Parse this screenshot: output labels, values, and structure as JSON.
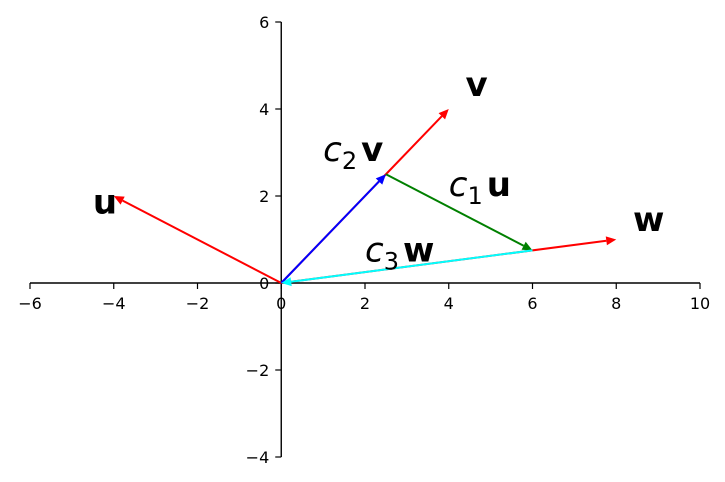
{
  "chart_data": {
    "type": "vector-plot",
    "title": "",
    "xlabel": "",
    "ylabel": "",
    "xlim": [
      -6,
      10
    ],
    "ylim": [
      -4,
      6
    ],
    "x_ticks": [
      -6,
      -4,
      -2,
      0,
      2,
      4,
      6,
      8,
      10
    ],
    "y_ticks": [
      -4,
      -2,
      0,
      2,
      4,
      6
    ],
    "x_tick_labels": [
      "−6",
      "−4",
      "−2",
      "0",
      "2",
      "4",
      "6",
      "8",
      "10"
    ],
    "y_tick_labels": [
      "−4",
      "−2",
      "0",
      "2",
      "4",
      "6"
    ],
    "grid": false,
    "vectors": [
      {
        "id": "u",
        "tail": [
          0,
          0
        ],
        "head": [
          -4,
          2
        ],
        "color": "#ff0000"
      },
      {
        "id": "v",
        "tail": [
          0,
          0
        ],
        "head": [
          4,
          4
        ],
        "color": "#ff0000"
      },
      {
        "id": "w",
        "tail": [
          0,
          0
        ],
        "head": [
          8,
          1
        ],
        "color": "#ff0000"
      },
      {
        "id": "c2v",
        "tail": [
          0,
          0
        ],
        "head": [
          2.5,
          2.5
        ],
        "color": "#0000ff"
      },
      {
        "id": "c1u",
        "tail": [
          2.5,
          2.5
        ],
        "head": [
          6,
          0.75
        ],
        "color": "#008000"
      },
      {
        "id": "c3w",
        "tail": [
          6,
          0.75
        ],
        "head": [
          0,
          0
        ],
        "color": "#00ffff"
      }
    ],
    "labels": [
      {
        "id": "u",
        "coef": "",
        "sub": "",
        "vec": "u",
        "at": [
          -4.5,
          1.6
        ]
      },
      {
        "id": "v",
        "coef": "",
        "sub": "",
        "vec": "v",
        "at": [
          4.4,
          4.3
        ]
      },
      {
        "id": "w",
        "coef": "",
        "sub": "",
        "vec": "w",
        "at": [
          8.4,
          1.2
        ]
      },
      {
        "id": "c2v",
        "coef": "c",
        "sub": "2",
        "vec": "v",
        "at": [
          1.0,
          2.8
        ]
      },
      {
        "id": "c1u",
        "coef": "c",
        "sub": "1",
        "vec": "u",
        "at": [
          4.0,
          2.0
        ]
      },
      {
        "id": "c3w",
        "coef": "c",
        "sub": "3",
        "vec": "w",
        "at": [
          2.0,
          0.5
        ]
      }
    ]
  }
}
